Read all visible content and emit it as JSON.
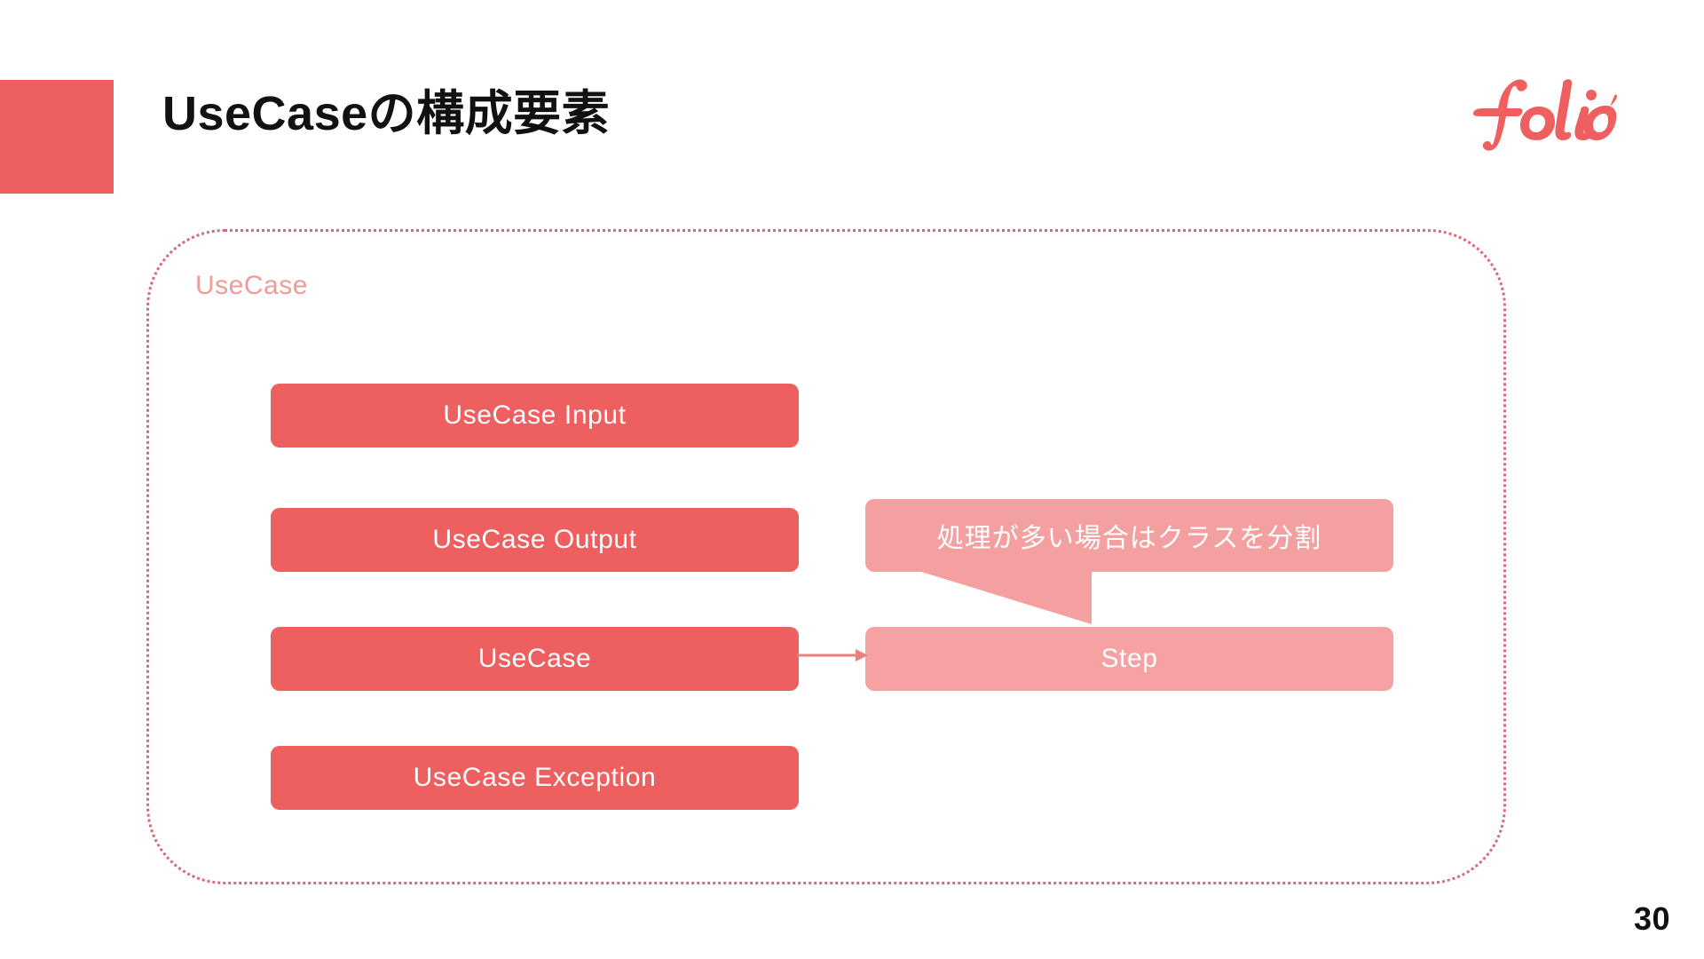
{
  "slide": {
    "title": "UseCaseの構成要素",
    "page_number": "30",
    "brand": "folio",
    "accent_color": "#ee5f5f",
    "secondary_color": "#f6a2a2",
    "container_border_color": "#d9687a"
  },
  "diagram": {
    "container_label": "UseCase",
    "left_column": [
      {
        "label": "UseCase Input",
        "style": "primary"
      },
      {
        "label": "UseCase Output",
        "style": "primary"
      },
      {
        "label": "UseCase",
        "style": "primary"
      },
      {
        "label": "UseCase Exception",
        "style": "primary"
      }
    ],
    "right_column": [
      {
        "label": "Step",
        "style": "secondary"
      }
    ],
    "callout": {
      "text": "処理が多い場合はクラスを分割",
      "points_to": "Step"
    },
    "connector": {
      "from": "UseCase",
      "to": "Step",
      "type": "arrow-right"
    }
  }
}
